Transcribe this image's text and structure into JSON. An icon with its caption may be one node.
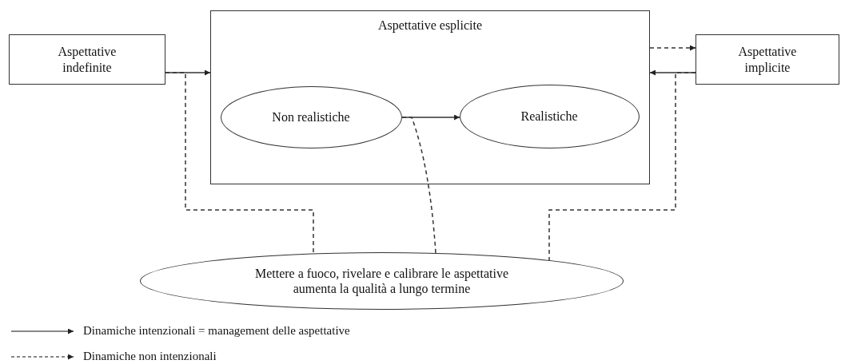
{
  "diagram": {
    "nodes": [
      {
        "text": [
          "Aspettative indefinite"
        ]
      },
      {
        "text": [
          "Aspettative esplicite"
        ]
      },
      {
        "text": [
          "Non realistiche"
        ],
        "in": 1
      },
      {
        "text": [
          "Realistiche"
        ],
        "in": 1
      },
      {
        "text": [
          "Aspettative implicite"
        ]
      },
      {
        "text": [
          "Mettere a fuoco, rivelare e calibrare le aspettative aumenta la qualità a lungo termine"
        ]
      }
    ],
    "edges": [
      {
        "from": 0,
        "to": 1,
        "arrow": "to"
      },
      {
        "from": 2,
        "to": 3,
        "arrow": "to"
      },
      {
        "from": 1,
        "to": 4,
        "arrow": "to",
        "style": "dashed"
      },
      {
        "from": 4,
        "to": 1,
        "arrow": "to"
      },
      {
        "from": 0,
        "to": 5,
        "arrow": "none",
        "style": "dashed"
      },
      {
        "from": 2,
        "to": 5,
        "arrow": "none",
        "style": "dashed"
      },
      {
        "from": 4,
        "to": 5,
        "arrow": "none",
        "style": "dashed"
      }
    ],
    "legend": [
      {
        "text": "Dinamiche intenzionali = management delle aspettative"
      },
      {
        "text": "Dinamiche non intenzionali"
      }
    ]
  }
}
